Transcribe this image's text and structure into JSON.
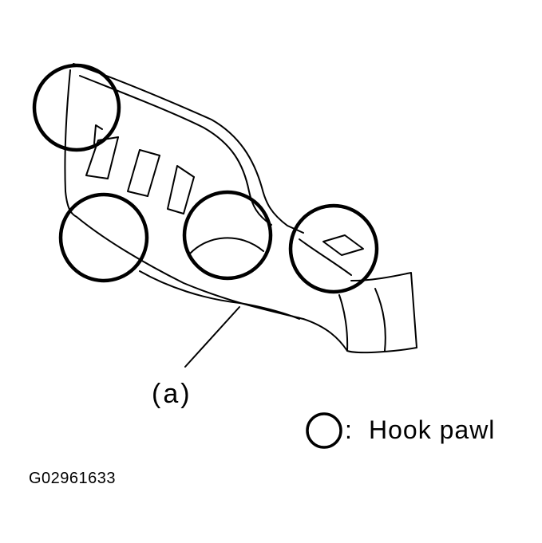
{
  "callout": {
    "label": "(a)"
  },
  "legend": {
    "separator": ":",
    "text": "Hook pawl"
  },
  "figure": {
    "code": "G02961633"
  },
  "icons": {
    "legend_symbol": "circle-icon"
  }
}
